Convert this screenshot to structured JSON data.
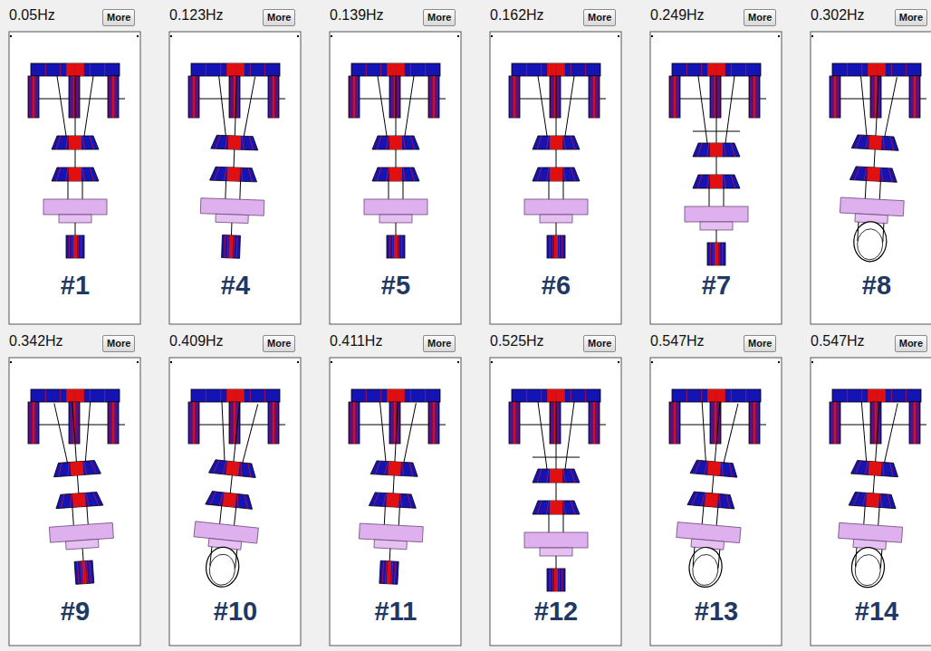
{
  "diagram": {
    "nodes": [
      {
        "text": [
          "More"
        ]
      },
      {
        "text": [
          "More"
        ]
      },
      {
        "text": [
          "More"
        ]
      },
      {
        "text": [
          "More"
        ]
      },
      {
        "text": [
          "More"
        ]
      },
      {
        "text": [
          "More"
        ]
      },
      {
        "text": [
          "More"
        ]
      },
      {
        "text": [
          "More"
        ]
      },
      {
        "text": [
          "More"
        ]
      },
      {
        "text": [
          "More"
        ]
      },
      {
        "text": [
          "More"
        ]
      },
      {
        "text": [
          "More"
        ]
      }
    ],
    "labels": [
      "0.05Hz",
      "#1",
      "0.123Hz",
      "#4",
      "0.139Hz",
      "#5",
      "0.162Hz",
      "#6",
      "0.249Hz",
      "#7",
      "0.302Hz",
      "#8",
      "0.342Hz",
      "#9",
      "0.409Hz",
      "#10",
      "0.411Hz",
      "#11",
      "0.525Hz",
      "#12",
      "0.547Hz",
      "#13",
      "0.547Hz",
      "#14"
    ]
  }
}
